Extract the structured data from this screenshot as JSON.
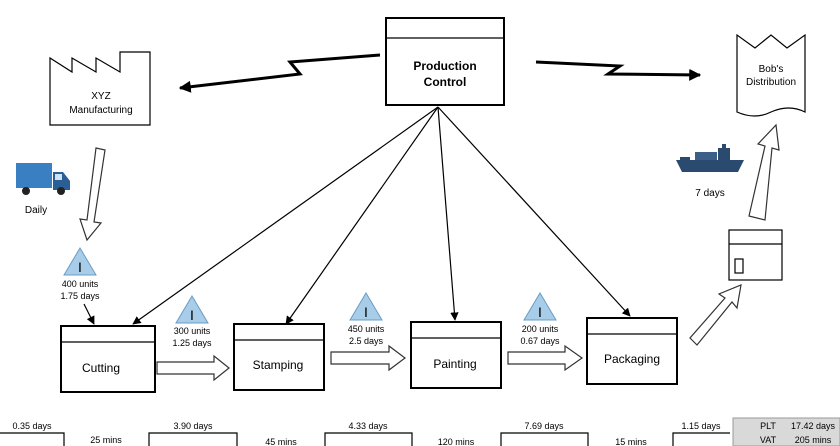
{
  "production_control": {
    "label_line1": "Production",
    "label_line2": "Control"
  },
  "supplier": {
    "label_line1": "XYZ",
    "label_line2": "Manufacturing"
  },
  "customer": {
    "label_line1": "Bob's",
    "label_line2": "Distribution"
  },
  "truck": {
    "icon": "truck-icon",
    "label": "Daily",
    "color": "#3a7fc1"
  },
  "ship": {
    "icon": "ship-icon",
    "label": "7 days",
    "color": "#2b4a6f"
  },
  "processes": [
    {
      "name": "Cutting"
    },
    {
      "name": "Stamping"
    },
    {
      "name": "Painting"
    },
    {
      "name": "Packaging"
    }
  ],
  "inventories": [
    {
      "symbol": "I",
      "units": "400 units",
      "days": "1.75 days"
    },
    {
      "symbol": "I",
      "units": "300 units",
      "days": "1.25 days"
    },
    {
      "symbol": "I",
      "units": "450 units",
      "days": "2.5 days"
    },
    {
      "symbol": "I",
      "units": "200 units",
      "days": "0.67 days"
    }
  ],
  "timeline": {
    "wait_days": [
      "0.35 days",
      "3.90 days",
      "4.33 days",
      "7.69 days",
      "1.15 days"
    ],
    "process_times": [
      "25 mins",
      "45 mins",
      "120 mins",
      "15 mins"
    ]
  },
  "summary": {
    "plt_label": "PLT",
    "plt_value": "17.42 days",
    "vat_label": "VAT",
    "vat_value": "205 mins"
  },
  "colors": {
    "inventory_triangle": "#a8cde8",
    "summary_bg": "#d9d9d9"
  }
}
